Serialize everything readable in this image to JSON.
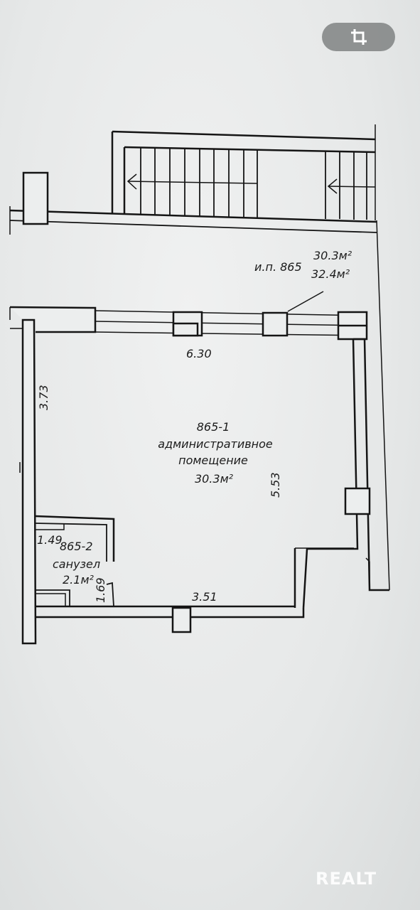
{
  "plan": {
    "unit_label": {
      "line1": "и.п. 865",
      "area_a": "30.3м²",
      "area_b": "32.4м²"
    },
    "main_room": {
      "number": "865-1",
      "name_line1": "административное",
      "name_line2": "помещение",
      "area": "30.3м²"
    },
    "bath_room": {
      "number": "865-2",
      "name": "санузел",
      "area": "2.1м²"
    },
    "dimensions": {
      "top_width": "6.30",
      "left_height": "3.73",
      "right_height": "5.53",
      "bottom_width": "3.51",
      "bath_width": "1.49",
      "bath_height": "1.69"
    }
  },
  "toolbar": {
    "crop_icon": "crop-icon"
  },
  "watermark": {
    "text": "REALT"
  }
}
